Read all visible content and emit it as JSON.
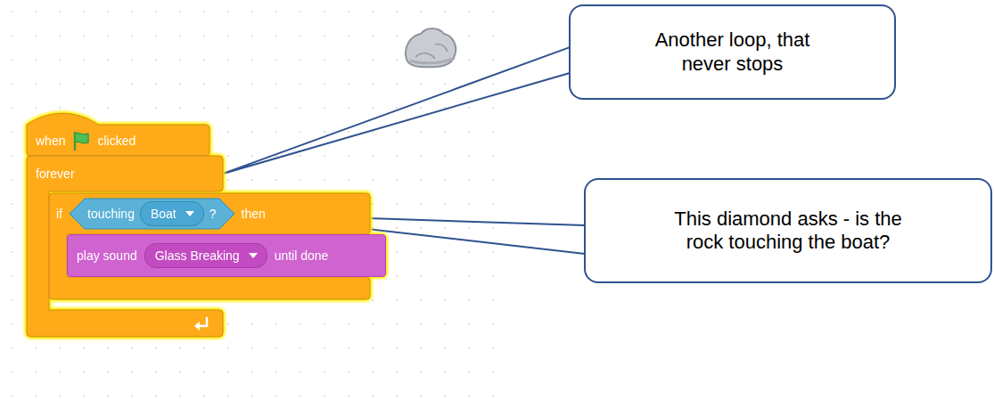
{
  "diagram": {
    "nodes": [
      {
        "text": [
          "when",
          "clicked"
        ]
      },
      {
        "text": [
          "forever"
        ]
      },
      {
        "text": [
          "if",
          "then"
        ],
        "in": 1
      },
      {
        "text": [
          "touching",
          "?"
        ],
        "in": 2
      },
      {
        "text": [
          "Boat"
        ],
        "in": 3
      },
      {
        "text": [
          "play sound",
          "until done"
        ],
        "in": 2
      },
      {
        "text": [
          "Glass Breaking"
        ],
        "in": 5
      },
      {
        "text": [
          "Another loop, that never stops"
        ]
      },
      {
        "text": [
          "This diamond asks - is the rock touching the boat?"
        ]
      }
    ],
    "edges": [
      {
        "from": 7,
        "to": 1,
        "arrow": "none"
      },
      {
        "from": 8,
        "to": 3,
        "arrow": "none"
      }
    ]
  }
}
